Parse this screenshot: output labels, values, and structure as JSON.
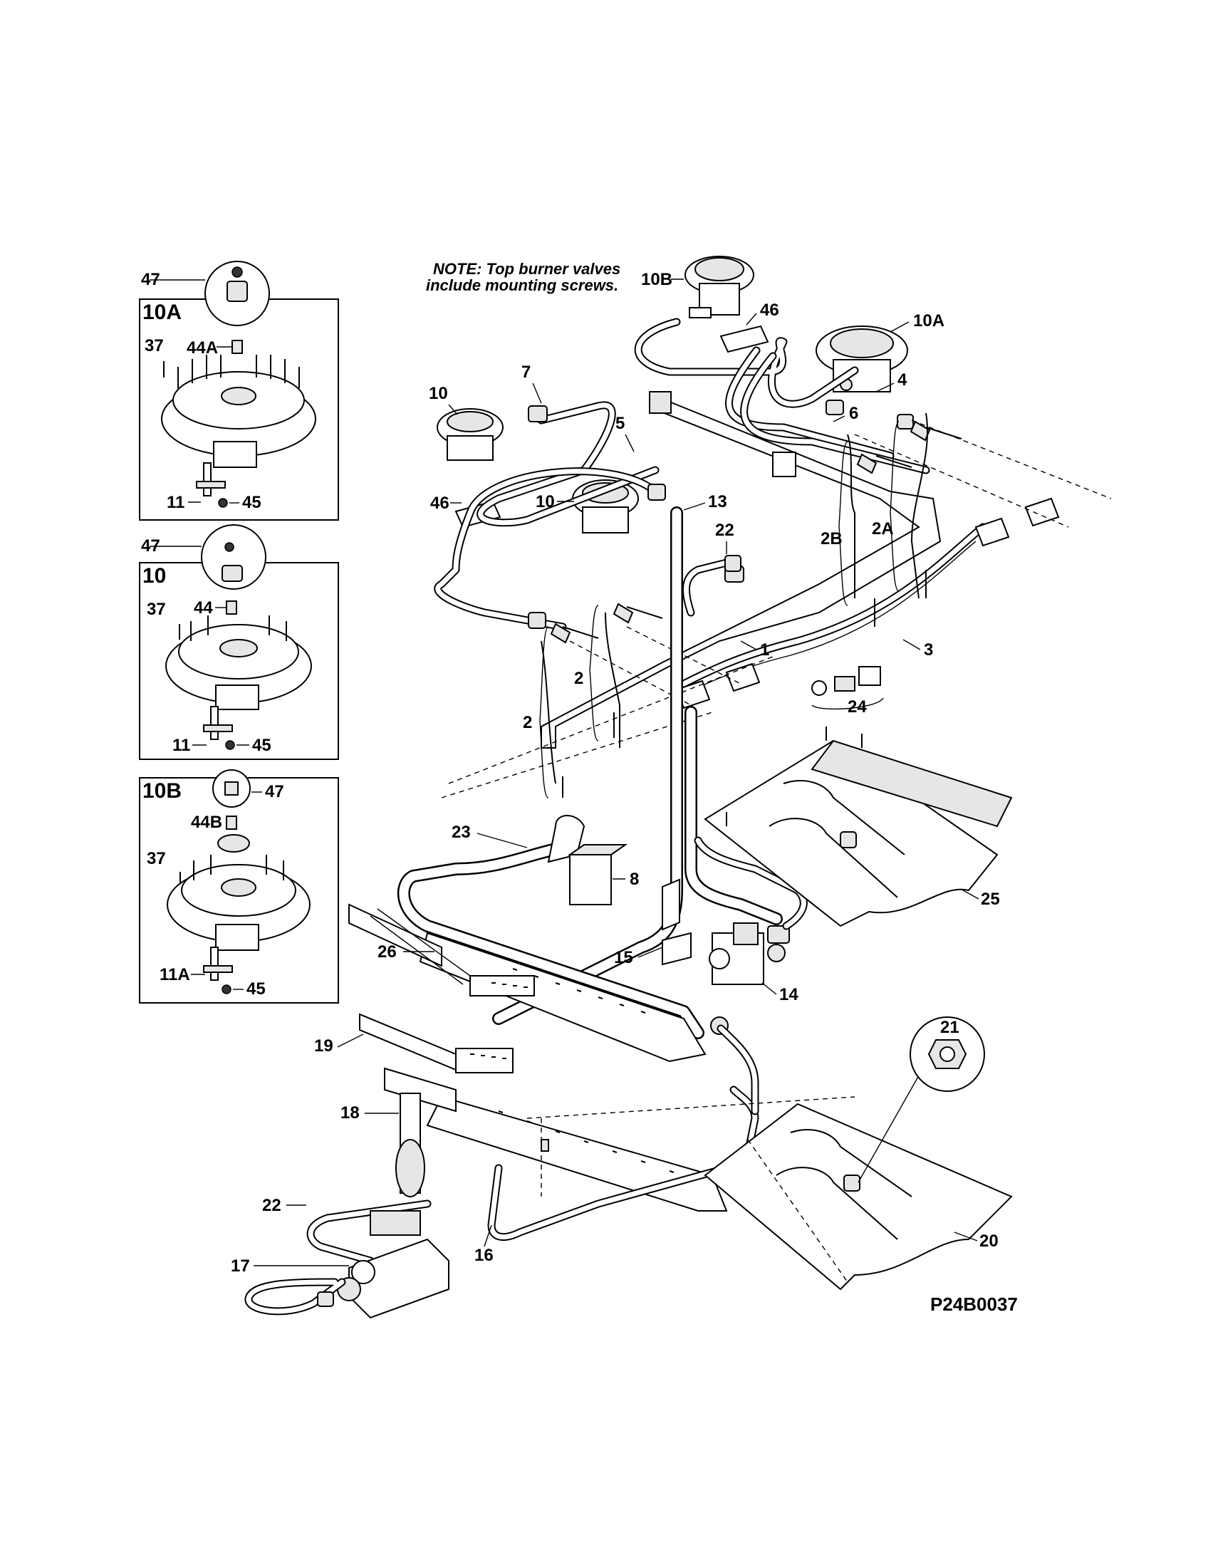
{
  "note": {
    "line1": "NOTE: Top burner valves",
    "line2": "include mounting screws."
  },
  "diagram_code": "P24B0037",
  "insets": [
    {
      "title": "10A",
      "labels": {
        "cap": "47",
        "orifice": "44A",
        "screw": "37",
        "electrode": "11",
        "screw2": "45"
      }
    },
    {
      "title": "10",
      "labels": {
        "cap": "47",
        "orifice": "44",
        "screw": "37",
        "electrode": "11",
        "screw2": "45"
      }
    },
    {
      "title": "10B",
      "labels": {
        "cap": "47",
        "orifice": "44B",
        "screw": "37",
        "electrode": "11A",
        "screw2": "45"
      }
    }
  ],
  "callouts": {
    "c10B": "10B",
    "c46a": "46",
    "c10A": "10A",
    "c4": "4",
    "c6": "6",
    "c7": "7",
    "c10a": "10",
    "c5": "5",
    "c46b": "46",
    "c10b": "10",
    "c13": "13",
    "c22a": "22",
    "c2B": "2B",
    "c2A": "2A",
    "c1": "1",
    "c3": "3",
    "c2a": "2",
    "c2b": "2",
    "c24": "24",
    "c23": "23",
    "c8": "8",
    "c25": "25",
    "c26": "26",
    "c15": "15",
    "c14": "14",
    "c21": "21",
    "c19": "19",
    "c18": "18",
    "c22b": "22",
    "c16": "16",
    "c20": "20",
    "c17": "17"
  }
}
